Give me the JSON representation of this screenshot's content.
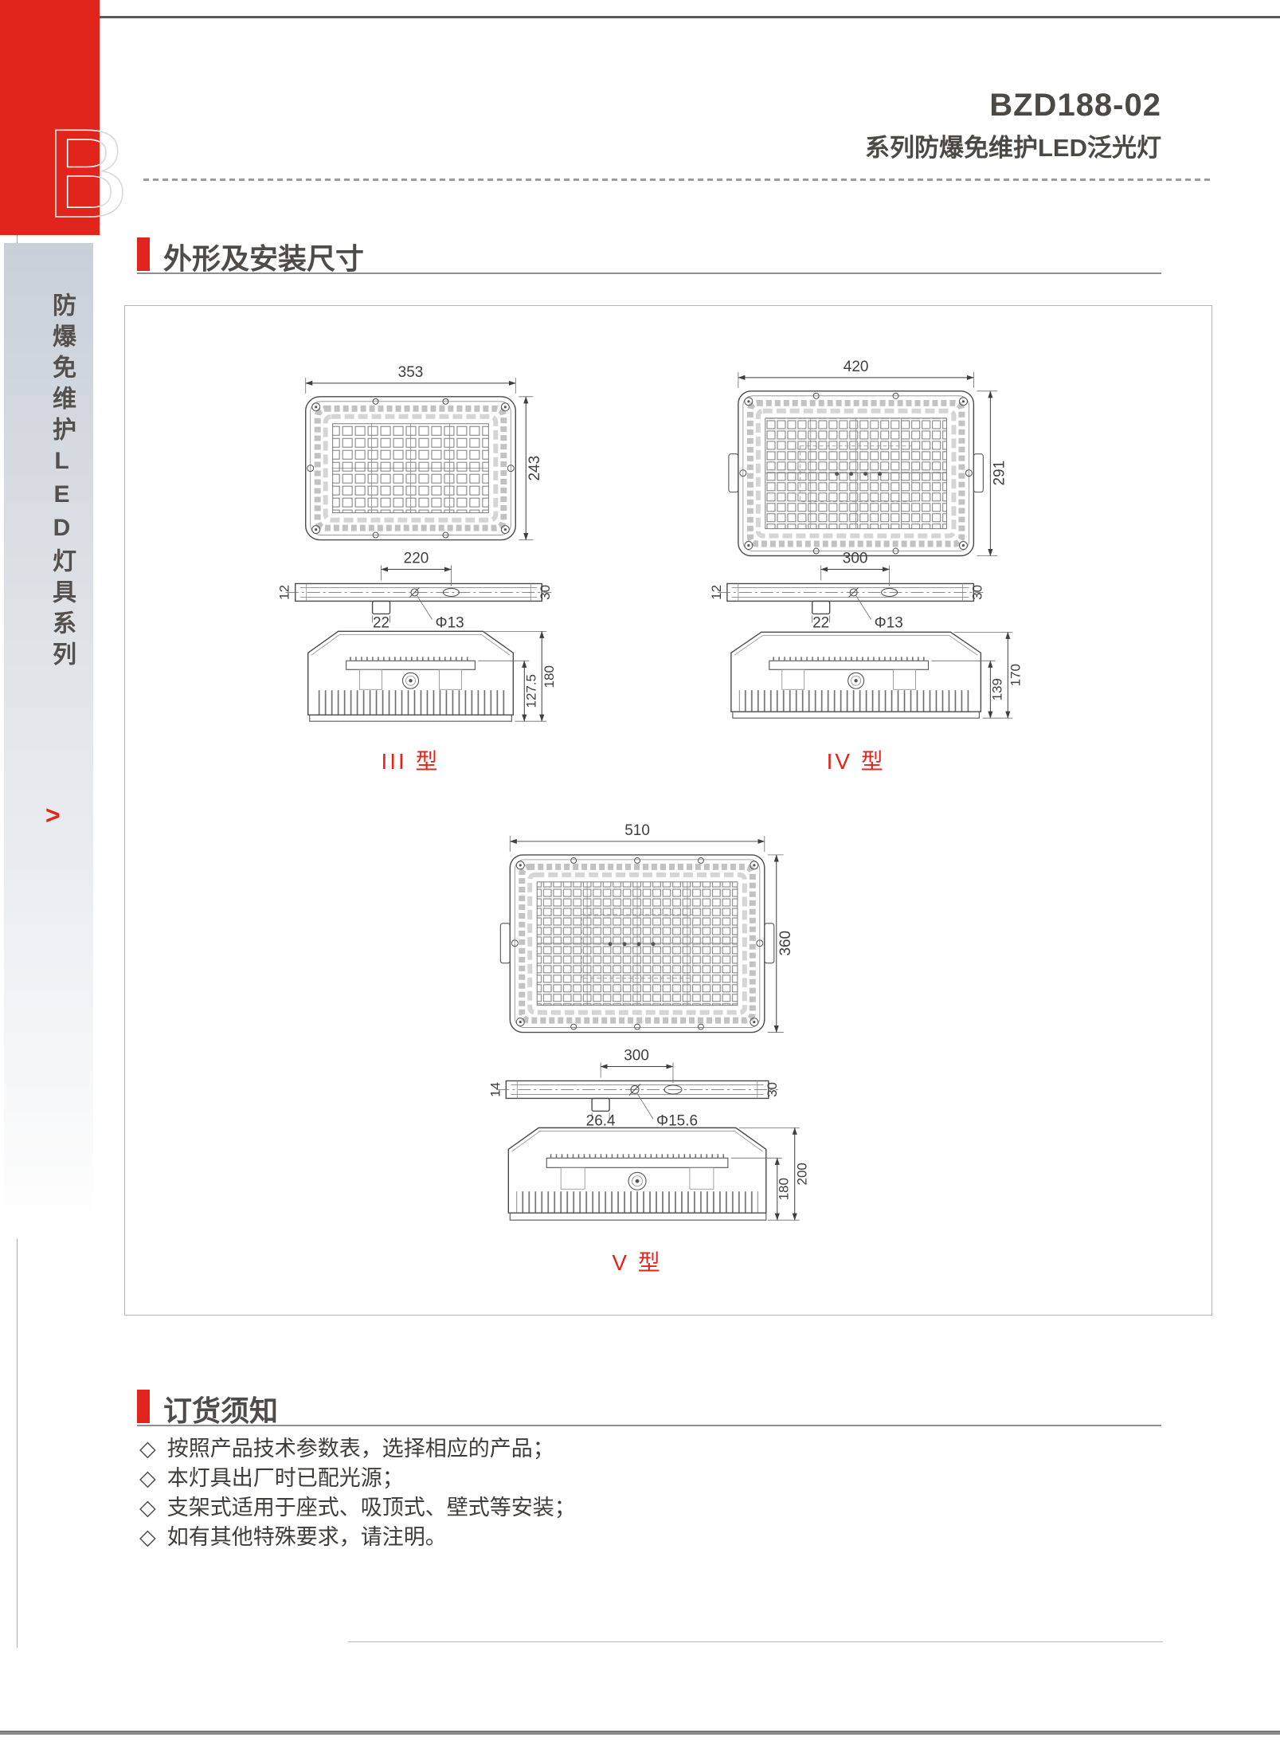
{
  "header": {
    "model": "BZD188-02",
    "series": "系列防爆免维护LED泛光灯"
  },
  "sidebar": {
    "logo_letter": "B",
    "vertical_label": "防爆免维护LED灯具系列",
    "arrow_glyph": ">"
  },
  "sections": {
    "dimensions_title": "外形及安装尺寸",
    "ordering_title": "订货须知"
  },
  "colors": {
    "accent_red": "#e2251c"
  },
  "drawings": {
    "type_iii": {
      "label": "III 型",
      "front_width": "353",
      "front_height": "243",
      "bracket_span": "220",
      "bracket_hole": "Φ13",
      "bracket_end_left": "12",
      "bracket_end_right": "30",
      "bracket_tab": "22",
      "side_inner_height": "127.5",
      "side_total_height": "180"
    },
    "type_iv": {
      "label": "IV 型",
      "front_width": "420",
      "front_height": "291",
      "bracket_span": "300",
      "bracket_hole": "Φ13",
      "bracket_end_left": "12",
      "bracket_end_right": "30",
      "bracket_tab": "22",
      "side_inner_height": "139",
      "side_total_height": "170"
    },
    "type_v": {
      "label": "V 型",
      "front_width": "510",
      "front_height": "360",
      "bracket_span": "300",
      "bracket_hole": "Φ15.6",
      "bracket_end_left": "14",
      "bracket_end_right": "30",
      "bracket_tab": "26.4",
      "side_inner_height": "180",
      "side_total_height": "200"
    }
  },
  "ordering_notes": {
    "bullet": "◇",
    "items": [
      "按照产品技术参数表，选择相应的产品；",
      "本灯具出厂时已配光源；",
      "支架式适用于座式、吸顶式、壁式等安装；",
      "如有其他特殊要求，请注明。"
    ]
  }
}
